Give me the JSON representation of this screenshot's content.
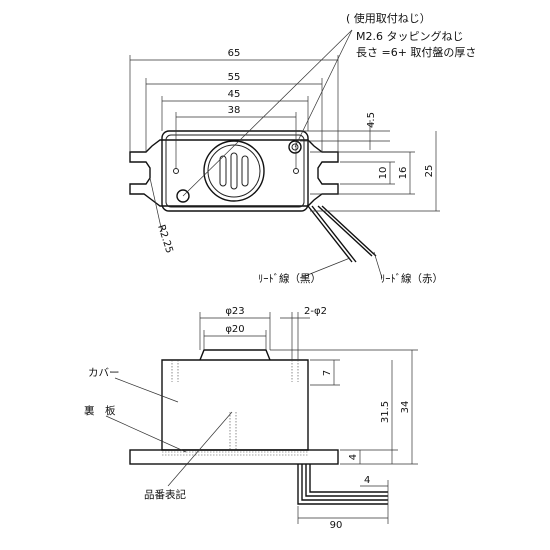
{
  "notes": {
    "screw_line1": "( 使用取付ねじ）",
    "screw_line2": "M2.6 タッピングねじ",
    "screw_line3": "長さ =6+ 取付盤の厚さ"
  },
  "top_view": {
    "dim_65": "65",
    "dim_55": "55",
    "dim_45": "45",
    "dim_38": "38",
    "dim_4_5": "4.5",
    "dim_10": "10",
    "dim_16": "16",
    "dim_25": "25",
    "radius": "R2.25",
    "lead_black": "ﾘｰﾄﾞ線（黒）",
    "lead_red": "ﾘｰﾄﾞ線（赤）"
  },
  "side_view": {
    "dim_phi23": "φ23",
    "dim_phi20": "φ20",
    "dim_2phi2": "2-φ2",
    "dim_7": "7",
    "dim_31_5": "31.5",
    "dim_34": "34",
    "dim_4_bottom": "4",
    "dim_4_lead": "4",
    "dim_90": "90",
    "label_cover": "カバー",
    "label_backplate": "裏　板",
    "label_partno": "品番表記"
  }
}
